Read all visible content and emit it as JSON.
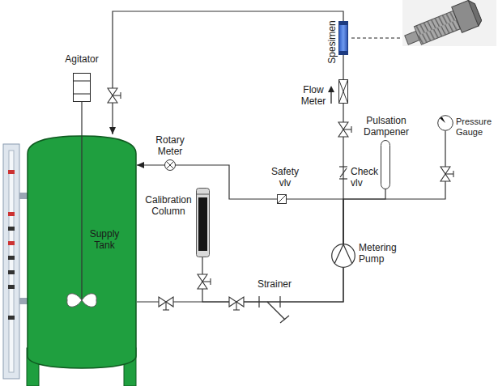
{
  "diagram": {
    "nodes": [
      {
        "text": [
          "Agitator"
        ]
      },
      {
        "text": [
          "Supply Tank"
        ]
      },
      {
        "text": [
          "Rotary Meter"
        ]
      },
      {
        "text": [
          "Calibration Column"
        ]
      },
      {
        "text": [
          "Safety vlv"
        ]
      },
      {
        "text": [
          "Pulsation Dampener"
        ]
      },
      {
        "text": [
          "Pressure Gauge"
        ]
      },
      {
        "text": [
          "Metering Pump"
        ]
      },
      {
        "text": [
          "Flow Meter"
        ]
      },
      {
        "text": [
          "Spesimen"
        ]
      }
    ],
    "edges": [
      {
        "from": 9,
        "to": 1,
        "arrow": "to"
      },
      {
        "from": 1,
        "to": 7,
        "arrow": "none"
      },
      {
        "from": 3,
        "to": 7,
        "arrow": "none"
      },
      {
        "from": 7,
        "to": 8,
        "arrow": "none"
      },
      {
        "from": 7,
        "to": 4,
        "arrow": "none"
      },
      {
        "from": 4,
        "to": 2,
        "arrow": "none"
      },
      {
        "from": 2,
        "to": 1,
        "arrow": "to"
      },
      {
        "from": 7,
        "to": 5,
        "arrow": "none"
      },
      {
        "from": 7,
        "to": 6,
        "arrow": "none"
      },
      {
        "from": 8,
        "to": 9,
        "arrow": "none"
      }
    ],
    "labels": [
      "Check vlv",
      "Strainer"
    ]
  }
}
